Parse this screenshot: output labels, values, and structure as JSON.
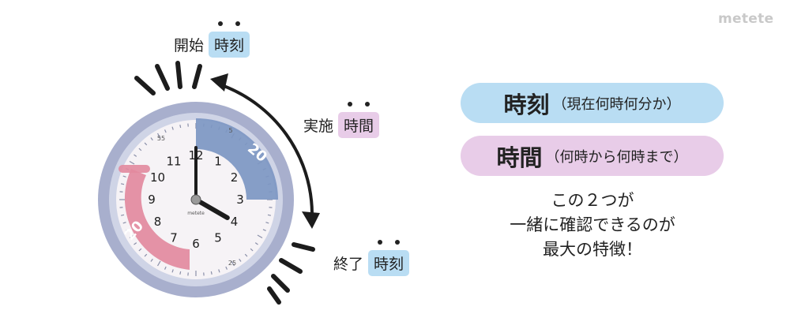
{
  "brand": {
    "logo": "metete"
  },
  "labels": {
    "start": {
      "prefix": "開始",
      "chip": "時刻"
    },
    "during": {
      "prefix": "実施",
      "chip": "時間"
    },
    "end": {
      "prefix": "終了",
      "chip": "時刻"
    }
  },
  "pills": {
    "jikoku": {
      "main": "時刻",
      "sub": "（現在何時何分か）"
    },
    "jikan": {
      "main": "時間",
      "sub": "（何時から何時まで）"
    }
  },
  "description": {
    "line1": "この２つが",
    "line2": "一緒に確認できるのが",
    "line3": "最大の特徴！"
  },
  "clock": {
    "numbers": [
      "12",
      "1",
      "2",
      "3",
      "4",
      "5",
      "6",
      "7",
      "8",
      "9",
      "10",
      "11"
    ],
    "hour_value": 4,
    "minute_value": 0,
    "blue_band_label": "20",
    "pink_band_label": "20",
    "outer_minute_labels": [
      "55",
      "5",
      "25"
    ],
    "inner_brand": "metete"
  },
  "colors": {
    "ring": "#a8afcd",
    "blue_band": "#7d97c3",
    "pink_band": "#e28a9e",
    "arrow": "#1c1c1c",
    "chip_blue": "#b9ddf3",
    "chip_pink": "#e8cce8"
  }
}
